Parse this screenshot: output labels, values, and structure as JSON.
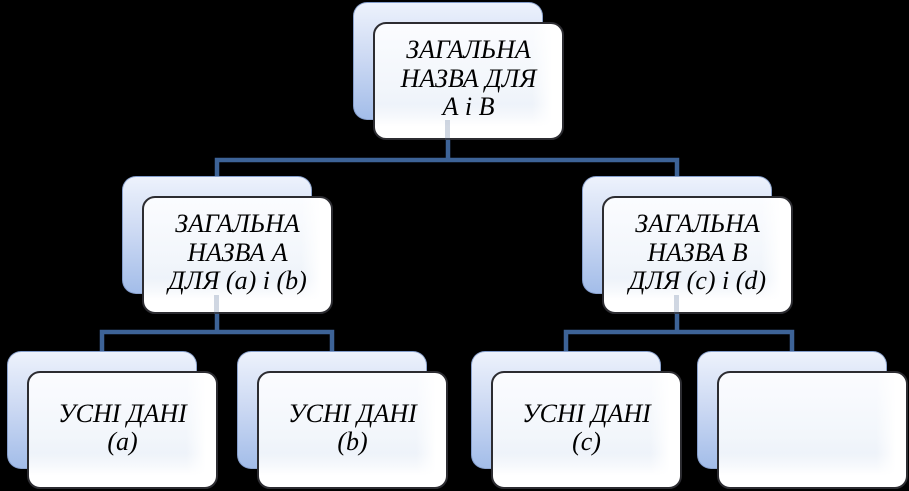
{
  "diagram": {
    "type": "hierarchy-tree",
    "background_color": "#000000",
    "connector_color": "#3d6397",
    "box_style": {
      "shadow_gradient_top": "#edf2fc",
      "shadow_gradient_bottom": "#a3bde9",
      "front_fill": "#f3f6fb",
      "front_border": "#2c2c31",
      "text_color": "#000000"
    },
    "nodes": {
      "root": {
        "label": "ЗАГАЛЬНА\nНАЗВА ДЛЯ\nА і В",
        "children": "branch_a, branch_b"
      },
      "branch_a": {
        "label": "ЗАГАЛЬНА\nНАЗВА А\nДЛЯ (a) і (b)",
        "children": "leaf_a, leaf_b"
      },
      "branch_b": {
        "label": "ЗАГАЛЬНА\nНАЗВА В\nДЛЯ (c) і (d)",
        "children": "leaf_c, leaf_d"
      },
      "leaf_a": {
        "label": "УСНІ ДАНІ\n(a)",
        "children": ""
      },
      "leaf_b": {
        "label": "УСНІ ДАНІ\n(b)",
        "children": ""
      },
      "leaf_c": {
        "label": "УСНІ ДАНІ\n(c)",
        "children": ""
      },
      "leaf_d": {
        "label": "",
        "children": ""
      }
    }
  }
}
